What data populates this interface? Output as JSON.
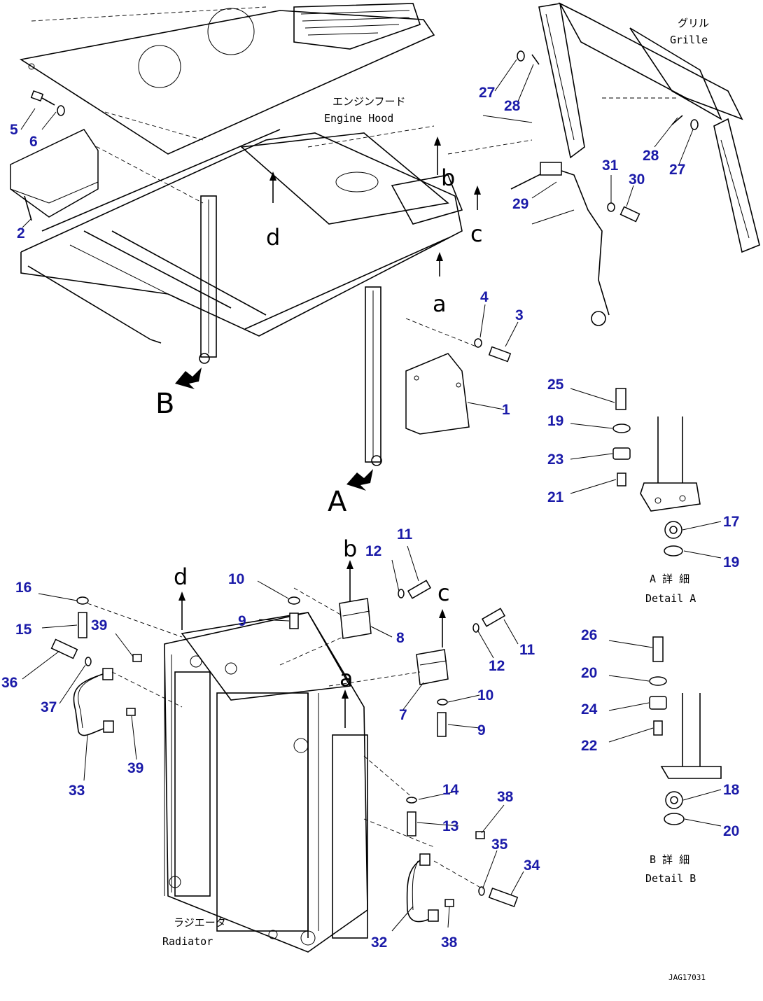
{
  "labels": {
    "grille_jp": "グリル",
    "grille_en": "Grille",
    "engine_hood_jp": "エンジンフード",
    "engine_hood_en": "Engine Hood",
    "radiator_jp": "ラジエータ",
    "radiator_en": "Radiator",
    "detail_a_jp": "A 詳 細",
    "detail_a_en": "Detail A",
    "detail_b_jp": "B 詳 細",
    "detail_b_en": "Detail B",
    "drawing_code": "JAG17031"
  },
  "view_letters": {
    "A": "A",
    "B": "B",
    "a": "a",
    "b": "b",
    "c": "c",
    "d": "d"
  },
  "parts": {
    "p1": "1",
    "p2": "2",
    "p3": "3",
    "p4": "4",
    "p5": "5",
    "p6": "6",
    "p7": "7",
    "p8": "8",
    "p9a": "9",
    "p9b": "9",
    "p10a": "10",
    "p10b": "10",
    "p11a": "11",
    "p11b": "11",
    "p12a": "12",
    "p12b": "12",
    "p13": "13",
    "p14": "14",
    "p15": "15",
    "p16": "16",
    "p17": "17",
    "p18": "18",
    "p19a": "19",
    "p19b": "19",
    "p20a": "20",
    "p20b": "20",
    "p21": "21",
    "p22": "22",
    "p23": "23",
    "p24": "24",
    "p25": "25",
    "p26": "26",
    "p27a": "27",
    "p27b": "27",
    "p28a": "28",
    "p28b": "28",
    "p29": "29",
    "p30": "30",
    "p31": "31",
    "p32": "32",
    "p33": "33",
    "p34": "34",
    "p35": "35",
    "p36": "36",
    "p37": "37",
    "p38a": "38",
    "p38b": "38",
    "p39a": "39",
    "p39b": "39"
  },
  "colors": {
    "callout": "#1a1aa8",
    "line": "#000000",
    "background": "#ffffff"
  }
}
